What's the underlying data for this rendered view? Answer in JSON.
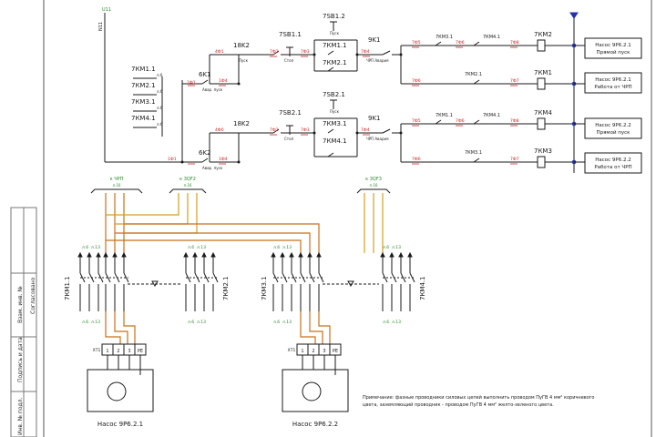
{
  "colors": {
    "wire": "#1a1a1a",
    "wire_label": "#cc2222",
    "orange_wire": "#c8701c",
    "gold_wire": "#d4a020",
    "bus_blue": "#2233aa",
    "frame": "#555555",
    "title_text": "#2a2a2a"
  },
  "control": {
    "top_bus_label": "U11",
    "left_bus_label": "N11",
    "relay_18k2": "18K2",
    "relay_6k1": "6K1",
    "relay_6k1_note": "Авар. пуск",
    "relay_18k2_note": "Пуск",
    "sb_stop_1": "7SB1.1",
    "sb_stop_note": "Стоп",
    "sb_start_1": "7SB1.2",
    "sb_start_note": "Пуск",
    "km11": "7КМ1.1",
    "km21": "7КМ2.1",
    "relay_9k1": "9K1",
    "relay_9k1_note": "ЧРП Авария",
    "km31_contact": "7КМ3.1",
    "km41_contact": "7КМ4.1",
    "coil_km2": "7КМ2",
    "coil_km1": "7КМ1",
    "km41b": "7КМ4.1",
    "km21b": "7КМ2.1",
    "relay_18k2b": "18K2",
    "relay_6k2": "6K2",
    "relay_6k2_note": "Авар. пуск",
    "sb_stop_2": "7SB2.1",
    "sb_start_2": "7SB2.1",
    "km31": "7КМ3.1",
    "km41": "7КМ4.1",
    "relay_9k1b": "9K1",
    "coil_km4": "7КМ4",
    "coil_km3": "7КМ3",
    "km11b": "7КМ1.1",
    "km31b": "7КМ3.1",
    "left_contacts": [
      "7КМ1.1",
      "7КМ2.1",
      "7КМ3.1",
      "7КМ4.1"
    ],
    "left_contact_notes": [
      "л.6",
      "л.6",
      "л.6",
      "л.6"
    ],
    "wire_labels_row1": [
      "1Ф1",
      "4Ф1",
      "7Ф2",
      "7Ф3",
      "7Ф4",
      "7Ф5",
      "7Ф6",
      "7Ф8",
      "7Ф6",
      "7Ф7",
      "1Ф4"
    ],
    "wire_labels_row2": [
      "1Ф1",
      "4Ф0",
      "7Ф2",
      "7Ф3",
      "7Ф4",
      "7Ф5",
      "7Ф6",
      "7Ф8",
      "7Ф6",
      "7Ф7",
      "1Ф4"
    ]
  },
  "boxes": [
    {
      "line1": "Насос 9Р6.2.1",
      "line2": "Прямой пуск"
    },
    {
      "line1": "Насос 9Р6.2.1",
      "line2": "Работа от ЧРП"
    },
    {
      "line1": "Насос 9Р6.2.2",
      "line2": "Прямой пуск"
    },
    {
      "line1": "Насос 9Р6.2.2",
      "line2": "Работа от ЧРП"
    }
  ],
  "power": {
    "feed_left": "к ЧРП",
    "feed_left_sub": "л.16",
    "feed_mid": "к 3QF2",
    "feed_mid_sub": "л.16",
    "feed_right": "к 3QF3",
    "feed_right_sub": "л.16",
    "contactor_left_a": "7КМ1.1",
    "contactor_left_b": "7КМ2.1",
    "contactor_right_a": "7КМ3.1",
    "contactor_right_b": "7КМ4.1",
    "sheet_ref_top": "л.6",
    "sheet_ref_top2": "л.13",
    "sheet_ref_bot": "л.6",
    "sheet_ref_bot2": "л.13",
    "terminal_block": "ХТ1",
    "terminals": [
      "1",
      "2",
      "3",
      "РЕ"
    ],
    "motor_1": "Насос 9Р6.2.1",
    "motor_2": "Насос 9Р6.2.2"
  },
  "note": {
    "line1": "Примечание: фазные проводники силовых цепей выполнить проводом ПуГВ 4 мм² коричневого",
    "line2": "цвета, заземляющий проводник - проводом ПуГВ 4 мм² желто-зеленого цвета."
  },
  "title_block": {
    "labels": [
      "Согласовано",
      "Взам. инв. №",
      "Подпись и дата",
      "Инв. № подл."
    ]
  }
}
